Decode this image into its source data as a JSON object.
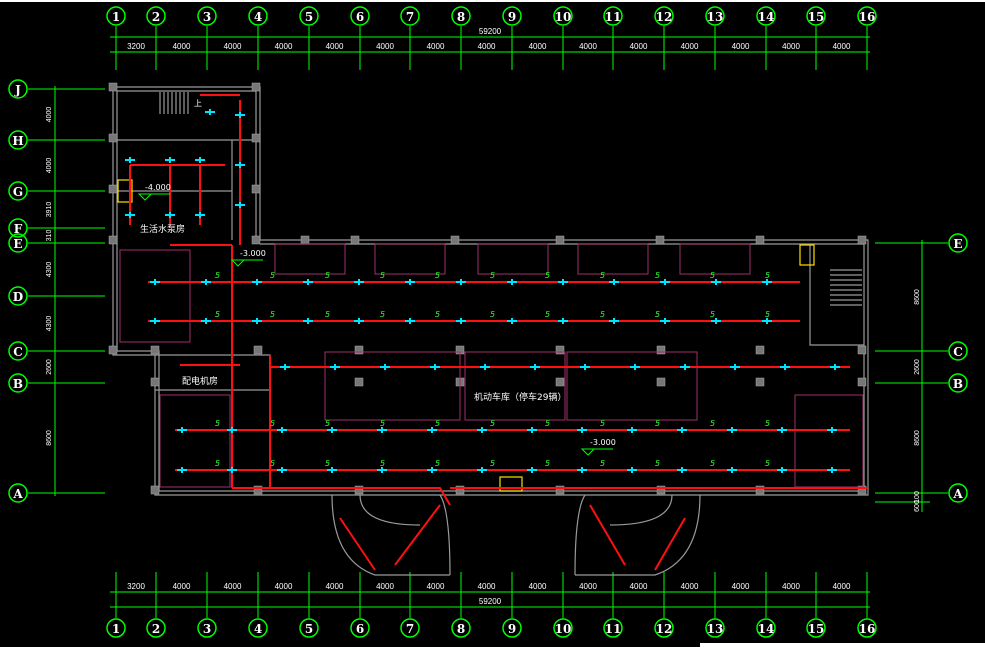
{
  "axes": {
    "columns": [
      "1",
      "2",
      "3",
      "4",
      "5",
      "6",
      "7",
      "8",
      "9",
      "10",
      "11",
      "12",
      "13",
      "14",
      "15",
      "16"
    ],
    "rows_left": [
      "J",
      "H",
      "G",
      "F",
      "E",
      "D",
      "C",
      "B",
      "A"
    ],
    "rows_right": [
      "E",
      "C",
      "B",
      "A"
    ]
  },
  "dimensions": {
    "overall": "59200",
    "top_segments": [
      "3200",
      "4000",
      "4000",
      "4000",
      "4000",
      "4000",
      "4000",
      "4000",
      "4000",
      "4000",
      "4000",
      "4000",
      "4000",
      "4000",
      "4000"
    ],
    "bottom_segments": [
      "3200",
      "4000",
      "4000",
      "4000",
      "4000",
      "4000",
      "4000",
      "4000",
      "4000",
      "4000",
      "4000",
      "4000",
      "4000",
      "4000",
      "4000"
    ],
    "left_segments": [
      "4000",
      "4000",
      "3910",
      "310",
      "4300",
      "4300",
      "2600",
      "8600"
    ],
    "right_segments": [
      "8600",
      "2600",
      "8600",
      "100",
      "600"
    ]
  },
  "rooms": {
    "pump_room": "生活水泵房",
    "power_room": "配电机房",
    "garage": "机动车库（停车29辆）"
  },
  "elevations": {
    "pump_room": "-4.000",
    "corridor": "-3.000",
    "garage": "-3.000"
  },
  "stair_label": "上",
  "sprinkler_label": "5",
  "colors": {
    "axis": "#00ff00",
    "pipe": "#ff1010",
    "sprinkler": "#00e5ff",
    "wall": "#9a9a9a",
    "parking": "#a0306a",
    "background": "#000000"
  }
}
